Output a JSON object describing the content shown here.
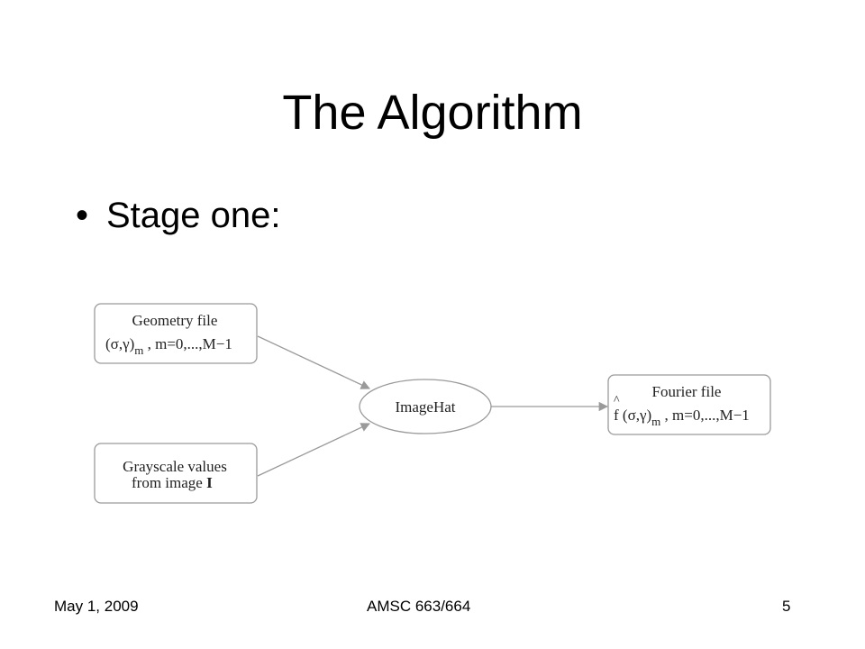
{
  "slide": {
    "title": "The Algorithm",
    "bullet": "Stage one:"
  },
  "diagram": {
    "geometry_node": {
      "line1": "Geometry file",
      "line2_prefix": "(σ,γ)",
      "line2_sub": "m",
      "line2_suffix": " , m=0,...,M−1"
    },
    "grayscale_node": {
      "line1": "Grayscale values",
      "line2_prefix": "from image ",
      "line2_bold": "I"
    },
    "process_node": {
      "label": "ImageHat"
    },
    "fourier_node": {
      "line1": "Fourier file",
      "hat": "^",
      "line2_prefix": "f (σ,γ)",
      "line2_sub": "m",
      "line2_suffix": " , m=0,...,M−1"
    },
    "colors": {
      "node_border": "#9a9a9a",
      "edge": "#9a9a9a"
    }
  },
  "footer": {
    "date": "May 1, 2009",
    "course": "AMSC 663/664",
    "page": "5"
  }
}
